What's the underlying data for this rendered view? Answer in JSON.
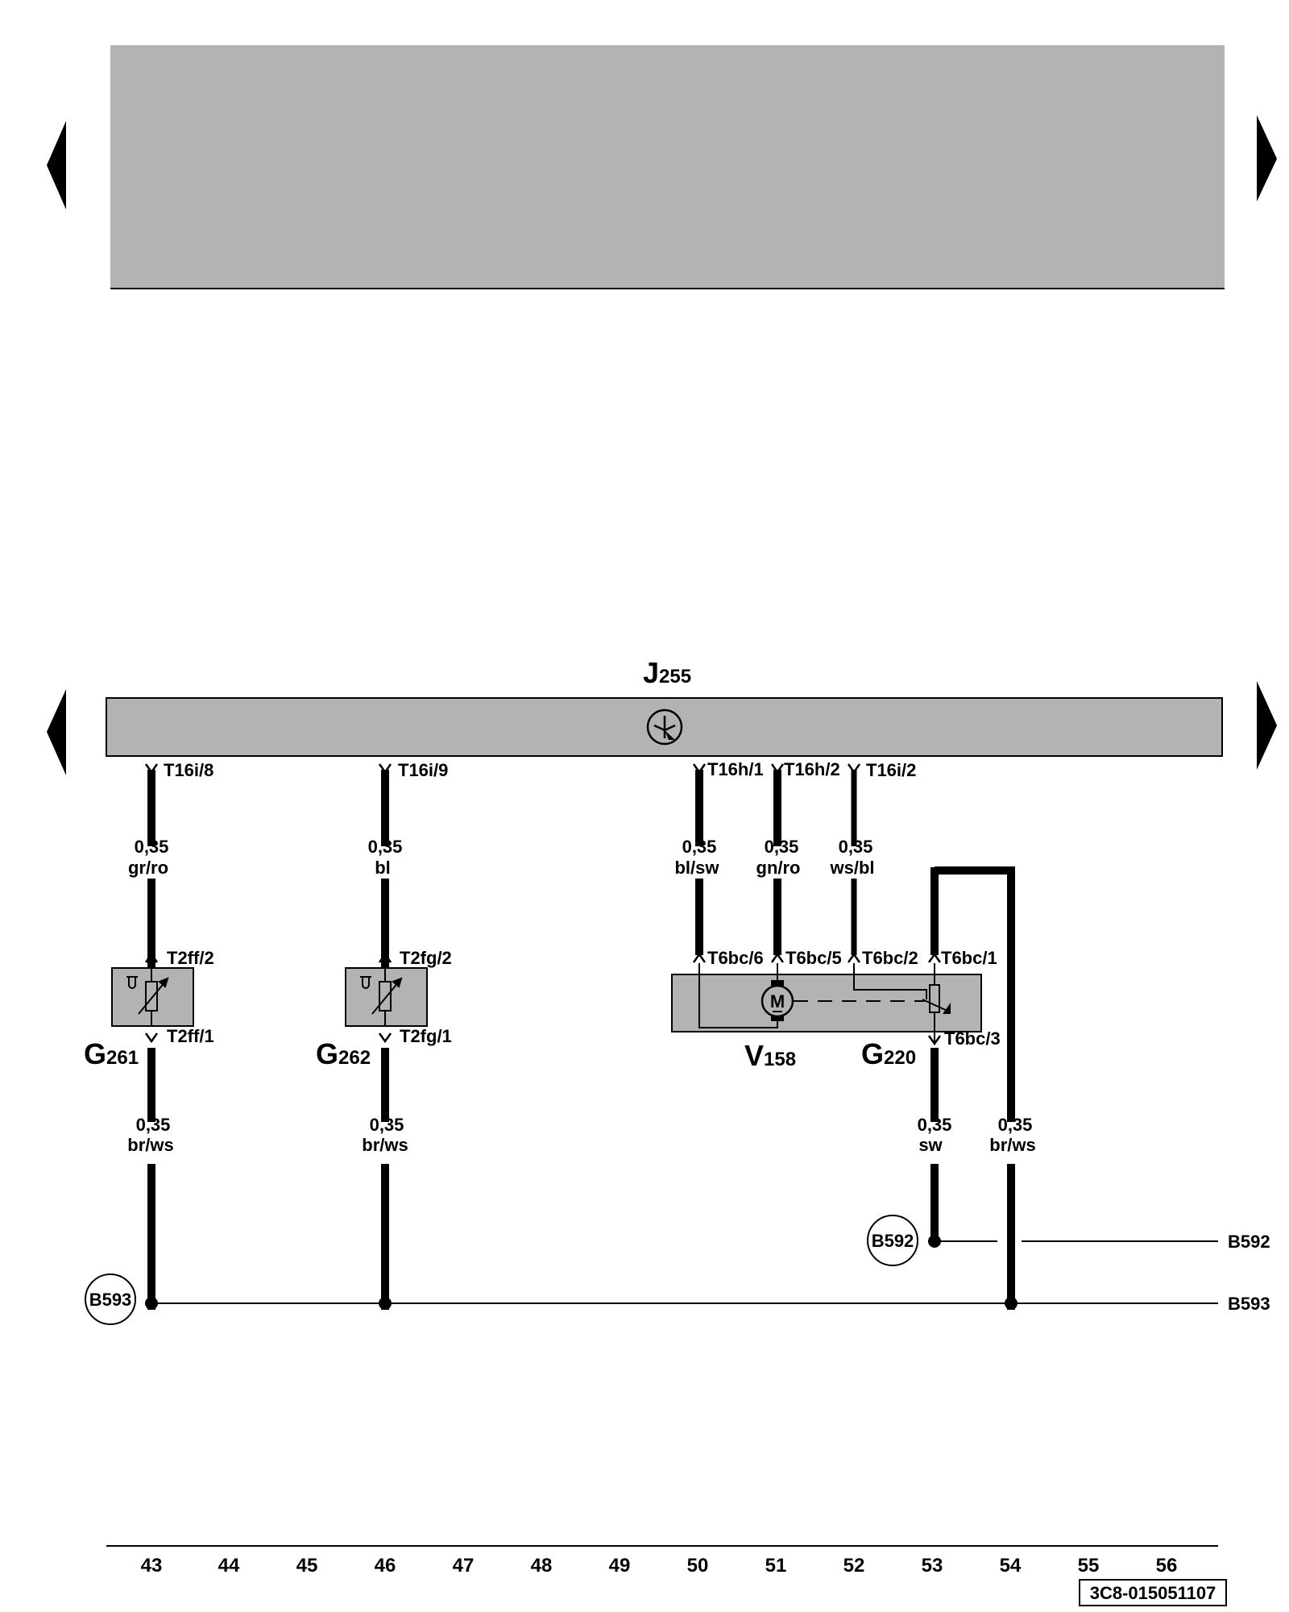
{
  "control_unit": {
    "name": "J",
    "sub": "255"
  },
  "bus_labels": [
    "B592",
    "B593"
  ],
  "connectors": {
    "t16i_8": "T16i/8",
    "t16i_9": "T16i/9",
    "t16h_1": "T16h/1",
    "t16h_2": "T16h/2",
    "t16i_2": "T16i/2",
    "t2ff_2": "T2ff/2",
    "t2ff_1": "T2ff/1",
    "t2fg_2": "T2fg/2",
    "t2fg_1": "T2fg/1",
    "t6bc_6": "T6bc/6",
    "t6bc_5": "T6bc/5",
    "t6bc_2": "T6bc/2",
    "t6bc_1": "T6bc/1",
    "t6bc_3": "T6bc/3"
  },
  "wires": {
    "w43_top": {
      "size": "0,35",
      "color": "gr/ro"
    },
    "w46_top": {
      "size": "0,35",
      "color": "bl"
    },
    "w50": {
      "size": "0,35",
      "color": "bl/sw"
    },
    "w51": {
      "size": "0,35",
      "color": "gn/ro"
    },
    "w52": {
      "size": "0,35",
      "color": "ws/bl"
    },
    "w43_bot": {
      "size": "0,35",
      "color": "br/ws"
    },
    "w46_bot": {
      "size": "0,35",
      "color": "br/ws"
    },
    "w53": {
      "size": "0,35",
      "color": "sw"
    },
    "w54": {
      "size": "0,35",
      "color": "br/ws"
    }
  },
  "components": {
    "g261": {
      "name": "G",
      "sub": "261"
    },
    "g262": {
      "name": "G",
      "sub": "262"
    },
    "v158": {
      "name": "V",
      "sub": "158"
    },
    "g220": {
      "name": "G",
      "sub": "220"
    }
  },
  "motor_symbol": "M",
  "splices": {
    "b592": "B592",
    "b593": "B593"
  },
  "column_numbers": [
    "43",
    "44",
    "45",
    "46",
    "47",
    "48",
    "49",
    "50",
    "51",
    "52",
    "53",
    "54",
    "55",
    "56"
  ],
  "diagram_code": "3C8-015051107",
  "colors": {
    "panel": "#b3b3b3",
    "ink": "#000000"
  }
}
